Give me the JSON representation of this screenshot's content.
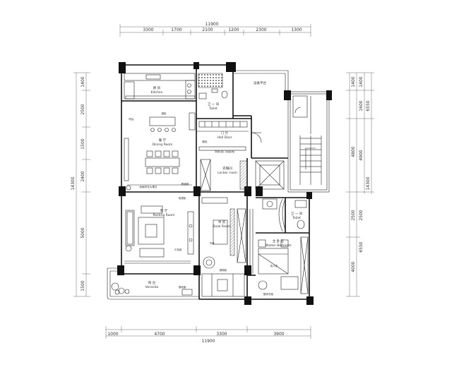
{
  "dimensions": {
    "top_total": "11900",
    "top_segments": [
      "3300",
      "1700",
      "2100",
      "1200",
      "2300",
      "1300"
    ],
    "bottom_total": "11900",
    "bottom_segments": [
      "1000",
      "4700",
      "3300",
      "3900"
    ],
    "left_total": "14300",
    "left_segments": [
      "1400",
      "2500",
      "1500",
      "2400",
      "5000",
      "1500"
    ],
    "right_outer_total": "14300",
    "right_outer_segments": [
      "1400",
      "4800",
      "2500",
      "4000"
    ],
    "right_inner_total": "6550",
    "right_inner_segments": [
      "1400",
      "1600",
      "4900"
    ]
  },
  "rooms": {
    "kitchen": {
      "cn": "厨 房",
      "en": "Kitchen"
    },
    "toilet_upper": {
      "cn": "卫 一 间",
      "en": "Toilet"
    },
    "balcony_top": {
      "cn": "设备平台"
    },
    "hall_door": {
      "cn": "门 厅",
      "en": "Hall Door"
    },
    "dining": {
      "cn": "餐 厅",
      "en": "Dining Room"
    },
    "shoe_room": {
      "cn": "衣帽间",
      "en": "Locker room"
    },
    "living": {
      "cn": "客 厅",
      "en": "Resting Room"
    },
    "book": {
      "cn": "书 房",
      "en": "Book Room"
    },
    "toilet_lower": {
      "cn": "卫 一 间",
      "en": "Toilet"
    },
    "master_bedroom": {
      "cn": "主 卧 室",
      "en": "Master Bedroom"
    },
    "veranda": {
      "cn": "阳 台",
      "en": "Veranda"
    }
  },
  "annotations": {
    "table_label": "餐桌椅",
    "small_table": "吧台",
    "wine_cabinet": "酒柜",
    "shoe_cabinet": "鞋柜",
    "closet_note": "衣柜(四门)组合柜",
    "floor_note": "地面拼花大理石",
    "sofa_note": "沙发组",
    "tv_note": "电视柜",
    "desk_note": "书桌",
    "bed_note": "双人床",
    "wardrobe_note": "整体衣柜",
    "storage_note": "储物柜",
    "window_note": "落地窗"
  },
  "colors": {
    "line": "#111111",
    "background": "#ffffff"
  }
}
